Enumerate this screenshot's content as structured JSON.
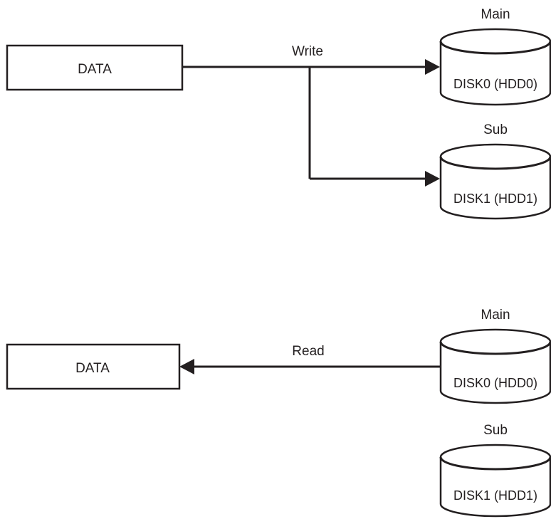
{
  "write_section": {
    "data_box_label": "DATA",
    "arrow_label": "Write",
    "main_disk": {
      "role": "Main",
      "label": "DISK0 (HDD0)"
    },
    "sub_disk": {
      "role": "Sub",
      "label": "DISK1 (HDD1)"
    }
  },
  "read_section": {
    "data_box_label": "DATA",
    "arrow_label": "Read",
    "main_disk": {
      "role": "Main",
      "label": "DISK0 (HDD0)"
    },
    "sub_disk": {
      "role": "Sub",
      "label": "DISK1 (HDD1)"
    }
  }
}
